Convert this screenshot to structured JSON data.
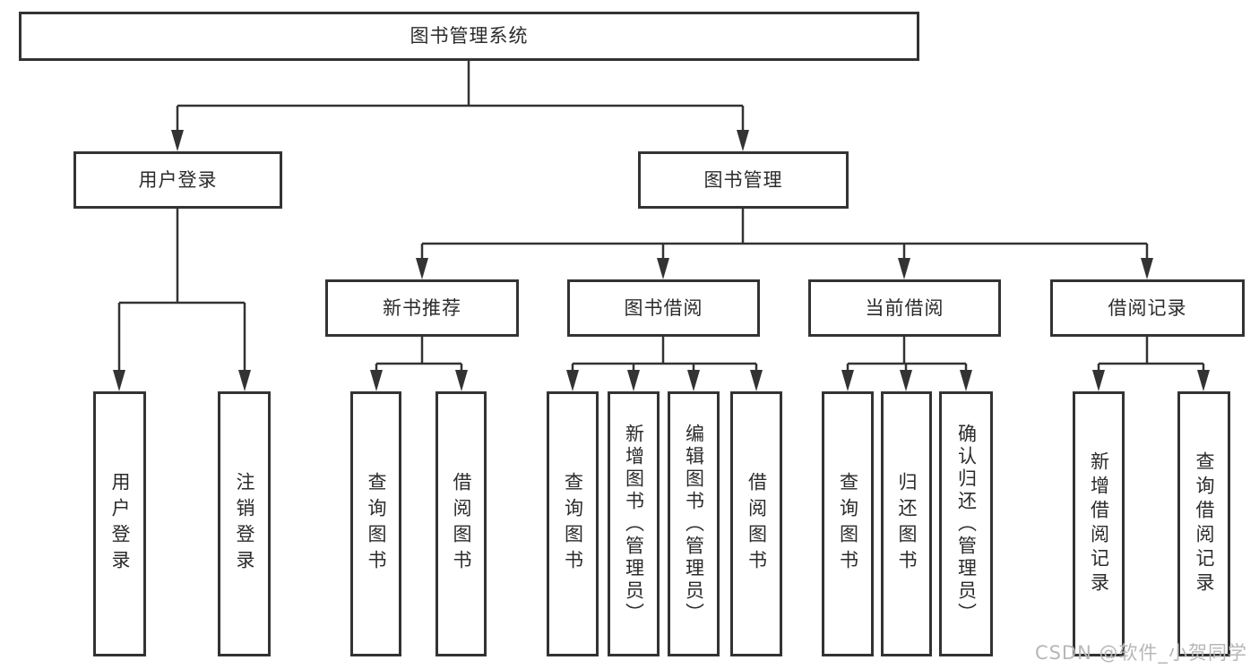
{
  "diagram_title": "图书管理系统",
  "colors": {
    "line": "#333333",
    "box_border": "#333333",
    "box_fill": "#ffffff",
    "text": "#2b2b2b",
    "watermark": "#b7b7b7"
  },
  "tree": {
    "root": {
      "label": "图书管理系统"
    },
    "branches": [
      {
        "label": "用户登录",
        "leaves": [
          "用户登录",
          "注销登录"
        ]
      },
      {
        "label": "图书管理",
        "children": [
          {
            "label": "新书推荐",
            "leaves": [
              "查询图书",
              "借阅图书"
            ]
          },
          {
            "label": "图书借阅",
            "leaves": [
              "查询图书",
              "新增图书（管理员）",
              "编辑图书（管理员）",
              "借阅图书"
            ]
          },
          {
            "label": "当前借阅",
            "leaves": [
              "查询图书",
              "归还图书",
              "确认归还（管理员）"
            ]
          },
          {
            "label": "借阅记录",
            "leaves": [
              "新增借阅记录",
              "查询借阅记录"
            ]
          }
        ]
      }
    ]
  },
  "watermark": "CSDN @软件_小贺同学"
}
